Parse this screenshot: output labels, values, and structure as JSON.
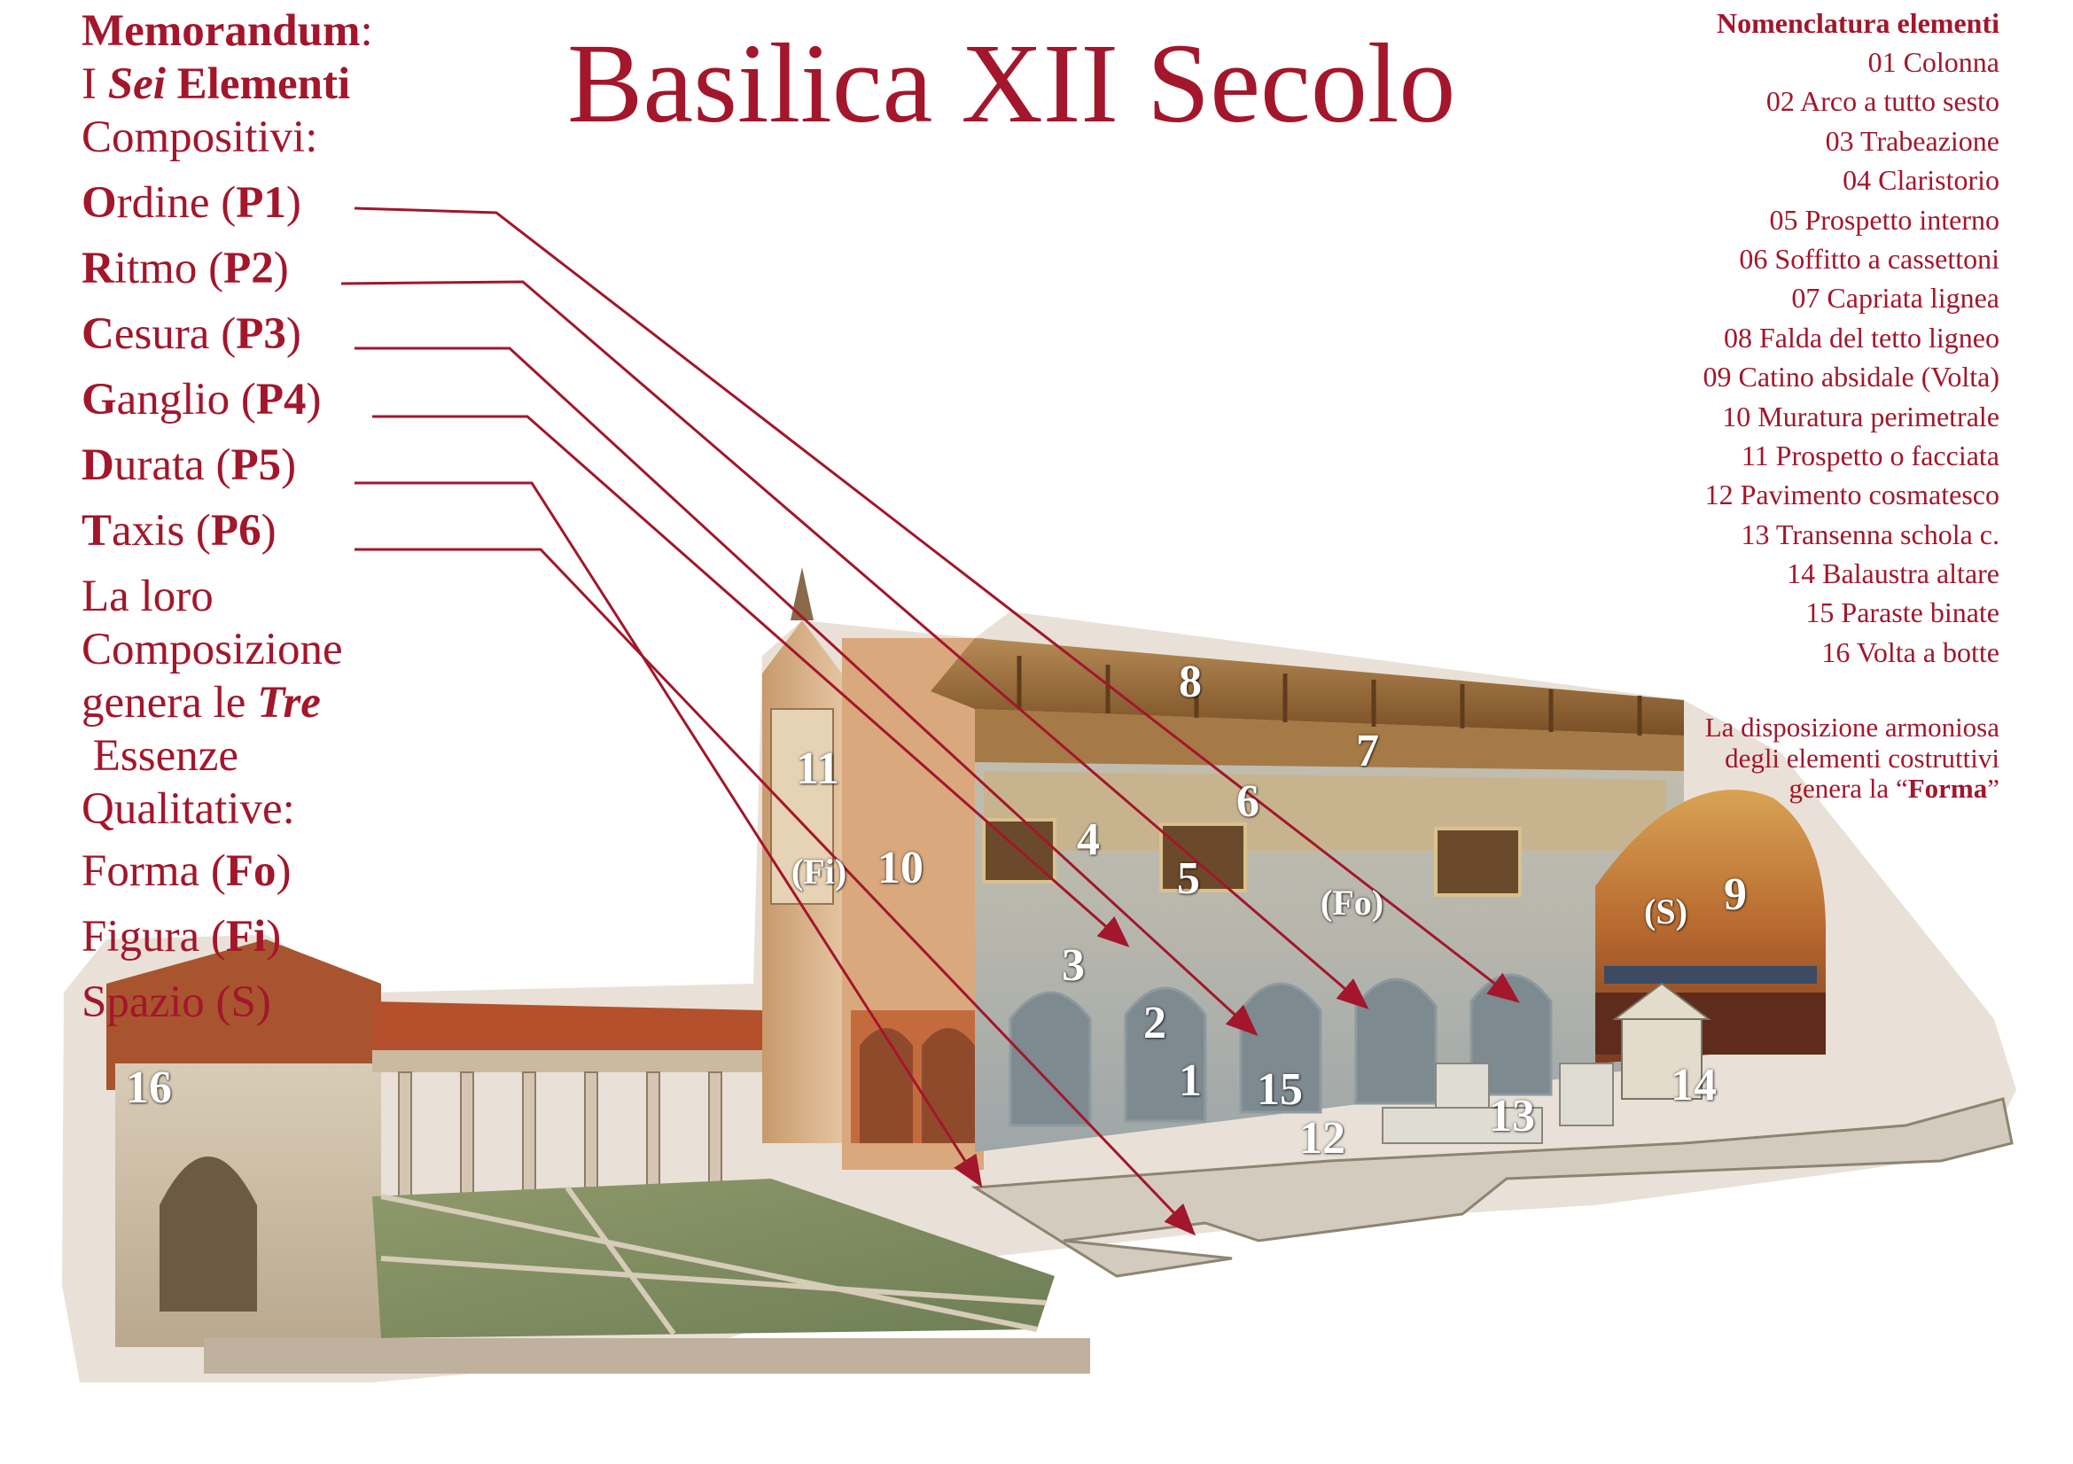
{
  "title": "Basilica XII Secolo",
  "memo": {
    "memorandum": "Memorandum",
    "memorandum_colon": ":",
    "sei_prefix": "I ",
    "sei_word": "Sei",
    "sei_suffix": " Elementi",
    "compositivi": "Compositivi:",
    "elements": [
      {
        "initial": "O",
        "rest": "rdine (",
        "code": "P1",
        "close": ")"
      },
      {
        "initial": "R",
        "rest": "itmo (",
        "code": "P2",
        "close": ")"
      },
      {
        "initial": "C",
        "rest": "esura (",
        "code": "P3",
        "close": ")"
      },
      {
        "initial": "G",
        "rest": "anglio (",
        "code": "P4",
        "close": ")"
      },
      {
        "initial": "D",
        "rest": "urata (",
        "code": "P5",
        "close": ")"
      },
      {
        "initial": "T",
        "rest": "axis (",
        "code": "P6",
        "close": ")"
      }
    ],
    "line_a": "La loro",
    "line_b": "Composizione",
    "line_c_prefix": "genera le ",
    "line_c_word": "Tre",
    "line_d": " Essenze",
    "line_e": "Qualitative:",
    "essences": [
      {
        "name": "Forma (",
        "code": "Fo",
        "close": ")"
      },
      {
        "name": "Figura (",
        "code": "Fi",
        "close": ")"
      },
      {
        "name": "Spazio (S)",
        "code": "",
        "close": ""
      }
    ]
  },
  "legend": {
    "heading": "Nomenclatura elementi",
    "items": [
      "01 Colonna",
      "02 Arco a tutto sesto",
      "03 Trabeazione",
      "04 Claristorio",
      "05 Prospetto interno",
      "06 Soffitto a cassettoni",
      "07 Capriata lignea",
      "08 Falda del tetto ligneo",
      "09 Catino absidale (Volta)",
      "10 Muratura perimetrale",
      "11 Prospetto o facciata",
      "12 Pavimento cosmatesco",
      "13 Transenna schola c.",
      "14 Balaustra altare",
      "15 Paraste binate",
      "16 Volta a botte"
    ]
  },
  "note": {
    "line1": "La disposizione armoniosa",
    "line2": "degli elementi costruttivi",
    "line3_prefix": "genera la “",
    "line3_bold": "Forma",
    "line3_suffix": "”"
  },
  "labels": {
    "n1": "1",
    "n2": "2",
    "n3": "3",
    "n4": "4",
    "n5": "5",
    "n6": "6",
    "n7": "7",
    "n8": "8",
    "n9": "9",
    "n10": "10",
    "n11": "11",
    "n12": "12",
    "n13": "13",
    "n14": "14",
    "n15": "15",
    "n16": "16",
    "fo": "(Fo)",
    "fi": "(Fi)",
    "s": "(S)"
  },
  "colors": {
    "accent": "#a3162b",
    "stone": "#c9b79d",
    "brick": "#b5502c",
    "roof_wood": "#8a5a2a",
    "lawn": "#7f8f5a"
  }
}
